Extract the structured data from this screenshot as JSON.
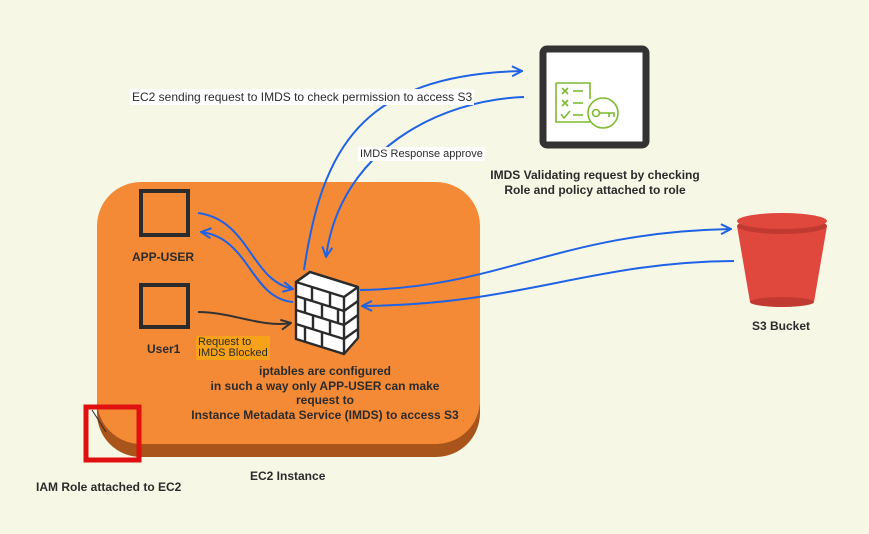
{
  "labels": {
    "ec2_request": "EC2 sending request to IMDS to check permission to access S3",
    "imds_response": "IMDS Response approve",
    "imds_validating_line1": "IMDS Validating request by checking",
    "imds_validating_line2": "Role and policy attached to role",
    "app_user": "APP-USER",
    "user1": "User1",
    "blocked_line1": "Request to",
    "blocked_line2": "IMDS Blocked",
    "iptables_line1": "iptables are configured",
    "iptables_line2": "in such a way only APP-USER can make",
    "iptables_line3": "request to",
    "iptables_line4": "Instance Metadata Service (IMDS) to access S3",
    "s3_bucket": "S3 Bucket",
    "ec2_instance": "EC2 Instance",
    "iam_role": "IAM Role attached to EC2"
  },
  "icons": {
    "imds": "checklist-key-icon",
    "firewall": "firewall-brick-wall-icon",
    "s3": "bucket-icon",
    "app_user": "instance-square-icon",
    "user1": "instance-square-icon",
    "iam": "iam-role-square-icon"
  },
  "colors": {
    "background": "#f7f7e6",
    "ec2_box": "#f48a36",
    "ec2_box_shadow": "#a8541a",
    "arrow": "#1f62e6",
    "blocked_arrow": "#333333",
    "bucket_red": "#e0473d",
    "iam_red": "#e01010",
    "imds_green": "#7dbb2e",
    "blocked_label_bg": "#f7a21b"
  }
}
